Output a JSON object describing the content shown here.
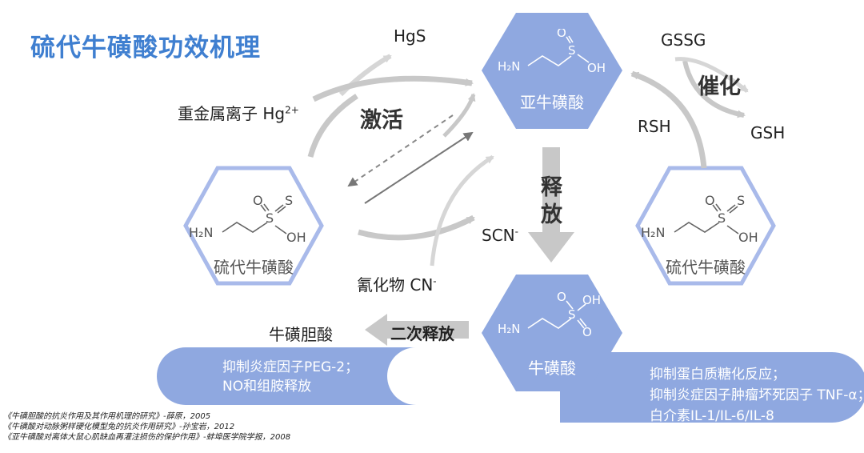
{
  "title": "硫代牛磺酸功效机理",
  "labels": {
    "hgs": "HgS",
    "heavy_metal": "重金属离子 Hg",
    "heavy_metal_sup": "2+",
    "activate": "激活",
    "gssg": "GSSG",
    "catalyze": "催化",
    "rsh": "RSH",
    "gsh": "GSH",
    "release": "释放",
    "scn": "SCN",
    "scn_sup": "-",
    "cyanide": "氰化物 CN",
    "cyanide_sup": "-",
    "taurocholic": "牛磺胆酸",
    "secondary_release": "二次释放"
  },
  "hexagons": {
    "hypotaurine": {
      "name": "亚牛磺酸",
      "fill": "#8fa8e0"
    },
    "thiotaurine_left": {
      "name": "硫代牛磺酸",
      "stroke": "#a9baea"
    },
    "thiotaurine_right": {
      "name": "硫代牛磺酸",
      "stroke": "#a9baea"
    },
    "taurine": {
      "name": "牛磺酸",
      "fill": "#8fa8e0"
    }
  },
  "molecule_atoms": {
    "h2n": "H₂N",
    "o": "O",
    "s": "S",
    "oh": "OH"
  },
  "pill_left": [
    "抑制炎症因子PEG-2；",
    "NO和组胺释放"
  ],
  "pill_right": [
    "抑制蛋白质糖化反应；",
    "抑制炎症因子肿瘤坏死因子 TNF-α；",
    "白介素IL-1/IL-6/IL-8"
  ],
  "references": [
    "《牛磺胆酸的抗炎作用及其作用机理的研究》-薛原，2005",
    "《牛磺酸对动脉粥样硬化模型兔的抗炎作用研究》-孙宝岩，2012",
    "《亚牛磺酸对离体大鼠心肌缺血再灌注损伤的保护作用》-蚌埠医学院学报，2008"
  ],
  "colors": {
    "title": "#3f7fd0",
    "hex_fill": "#8fa8e0",
    "hex_outline": "#a9baea",
    "pill": "#8fa8e0",
    "arrow_grey": "#c8c8c8"
  }
}
